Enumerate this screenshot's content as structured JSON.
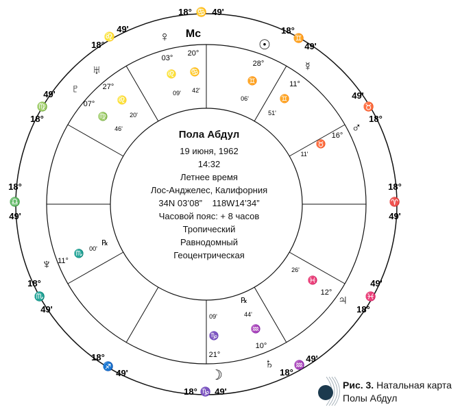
{
  "chart": {
    "name": "Пола Абдул",
    "details": [
      "19 июня, 1962",
      "14:32",
      "Летнее время",
      "Лос-Анджелес, Калифорния",
      "34N 03’08”    118W14’34”",
      "Часовой пояс: + 8 часов",
      "Тропический",
      "Равнодомный",
      "Геоцентрическая"
    ]
  },
  "caption": {
    "label": "Рис. 3.",
    "text_line1": "Натальная карта",
    "text_line2": "Полы Абдул"
  },
  "cusps": [
    {
      "deg": "18°",
      "sign": "♋",
      "min": "49'"
    },
    {
      "deg": "18°",
      "sign": "♊",
      "min": "49'"
    },
    {
      "deg": "18°",
      "sign": "♉",
      "min": "49'"
    },
    {
      "deg": "18°",
      "sign": "♈",
      "min": "49'"
    },
    {
      "deg": "18°",
      "sign": "♓",
      "min": "49'"
    },
    {
      "deg": "18°",
      "sign": "♒",
      "min": "49'"
    },
    {
      "deg": "18°",
      "sign": "♑",
      "min": "49'"
    },
    {
      "deg": "18°",
      "sign": "♐",
      "min": "49'"
    },
    {
      "deg": "18°",
      "sign": "♏",
      "min": "49'"
    },
    {
      "deg": "18°",
      "sign": "♎",
      "min": "49'"
    },
    {
      "deg": "18°",
      "sign": "♍",
      "min": "49'"
    },
    {
      "deg": "18°",
      "sign": "♌",
      "min": "49'"
    }
  ],
  "planets": {
    "venus": {
      "glyph": "♀",
      "deg": "03°",
      "sign": "♌",
      "min": "09'"
    },
    "mc": {
      "glyph": "Mc",
      "deg": "20°",
      "sign": "♋",
      "min": "42'"
    },
    "sun": {
      "glyph": "☉",
      "deg": "28°",
      "sign": "♊",
      "min": "06'"
    },
    "mercury": {
      "glyph": "☿",
      "deg": "11°",
      "sign": "♊",
      "min": "51'"
    },
    "mars": {
      "glyph": "♂",
      "deg": "16°",
      "sign": "♉",
      "min": "11'"
    },
    "pluto": {
      "glyph": "♇",
      "deg": "07°",
      "sign": "♍",
      "min": "46'"
    },
    "uranus": {
      "glyph": "♅",
      "deg": "27°",
      "sign": "♌",
      "min": "20'"
    },
    "neptune": {
      "glyph": "♆",
      "deg": "11°",
      "sign": "♏",
      "min": "00'",
      "retro": "℞"
    },
    "jupiter": {
      "glyph": "♃",
      "deg": "12°",
      "sign": "♓",
      "min": "26'"
    },
    "saturn": {
      "glyph": "♄",
      "deg": "10°",
      "sign": "♒",
      "min": "44'",
      "retro": "℞"
    },
    "moon": {
      "glyph": "☽",
      "deg": "21°",
      "sign": "♑",
      "min": "09'"
    }
  }
}
